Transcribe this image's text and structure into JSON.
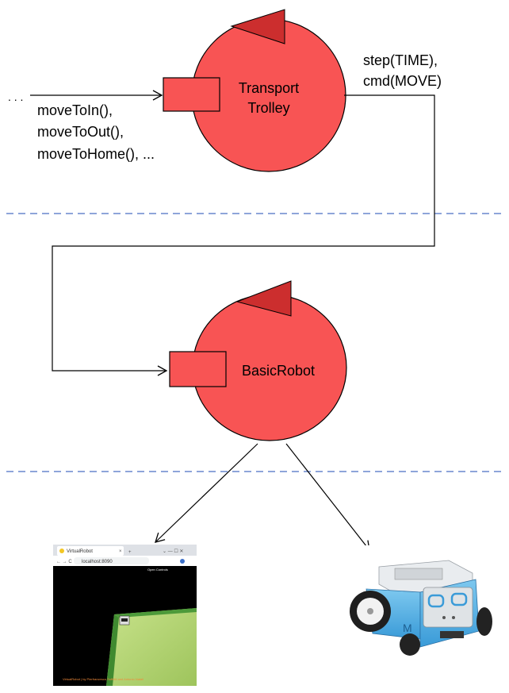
{
  "nodes": {
    "trolley": {
      "line1": "Transport",
      "line2": "Trolley"
    },
    "robot": {
      "label": "BasicRobot"
    }
  },
  "edges": {
    "input_ellipsis": ". . .",
    "input_messages": [
      "moveToIn(),",
      "moveToOut(),",
      "moveToHome(), ..."
    ],
    "trolley_to_robot": [
      "step(TIME),",
      "cmd(MOVE)"
    ]
  },
  "colors": {
    "node_fill": "#f85454",
    "flag_fill": "#cc2e2e",
    "separator": "#4a6fc4"
  },
  "virtual_robot_window": {
    "tab_title": "VirtualRobot",
    "address": "localhost:8090",
    "corner_label": "Open Controls",
    "footer": "VirtualRobot | by Pierfrancesco Soffritti and Antonio Natali"
  }
}
